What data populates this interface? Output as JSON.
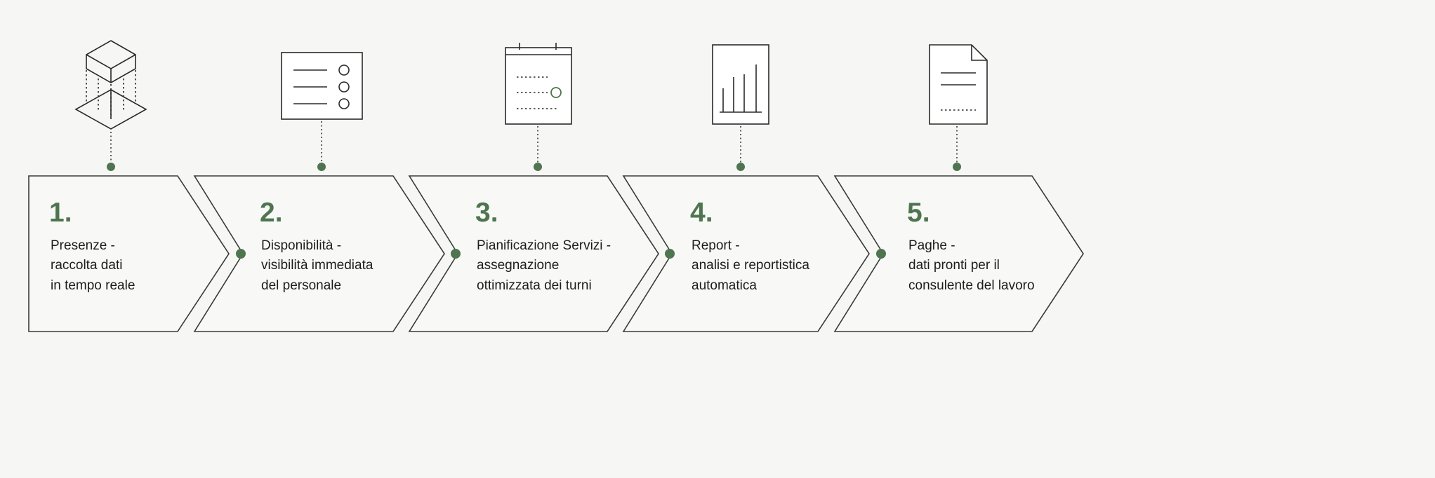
{
  "diagram": {
    "accent_color": "#4f7550",
    "steps": [
      {
        "number": "1.",
        "lines": [
          "Presenze -",
          "raccolta dati",
          "in tempo reale"
        ],
        "icon": "isometric-data-capture-icon"
      },
      {
        "number": "2.",
        "lines": [
          "Disponibilità -",
          "visibilità immediata",
          "del personale"
        ],
        "icon": "checklist-panel-icon"
      },
      {
        "number": "3.",
        "lines": [
          "Pianificazione Servizi -",
          "assegnazione",
          "ottimizzata dei turni"
        ],
        "icon": "calendar-icon"
      },
      {
        "number": "4.",
        "lines": [
          "Report -",
          "analisi e reportistica",
          "automatica"
        ],
        "icon": "bar-chart-report-icon"
      },
      {
        "number": "5.",
        "lines": [
          "Paghe -",
          "dati pronti per il",
          "consulente del lavoro"
        ],
        "icon": "document-icon"
      }
    ]
  }
}
